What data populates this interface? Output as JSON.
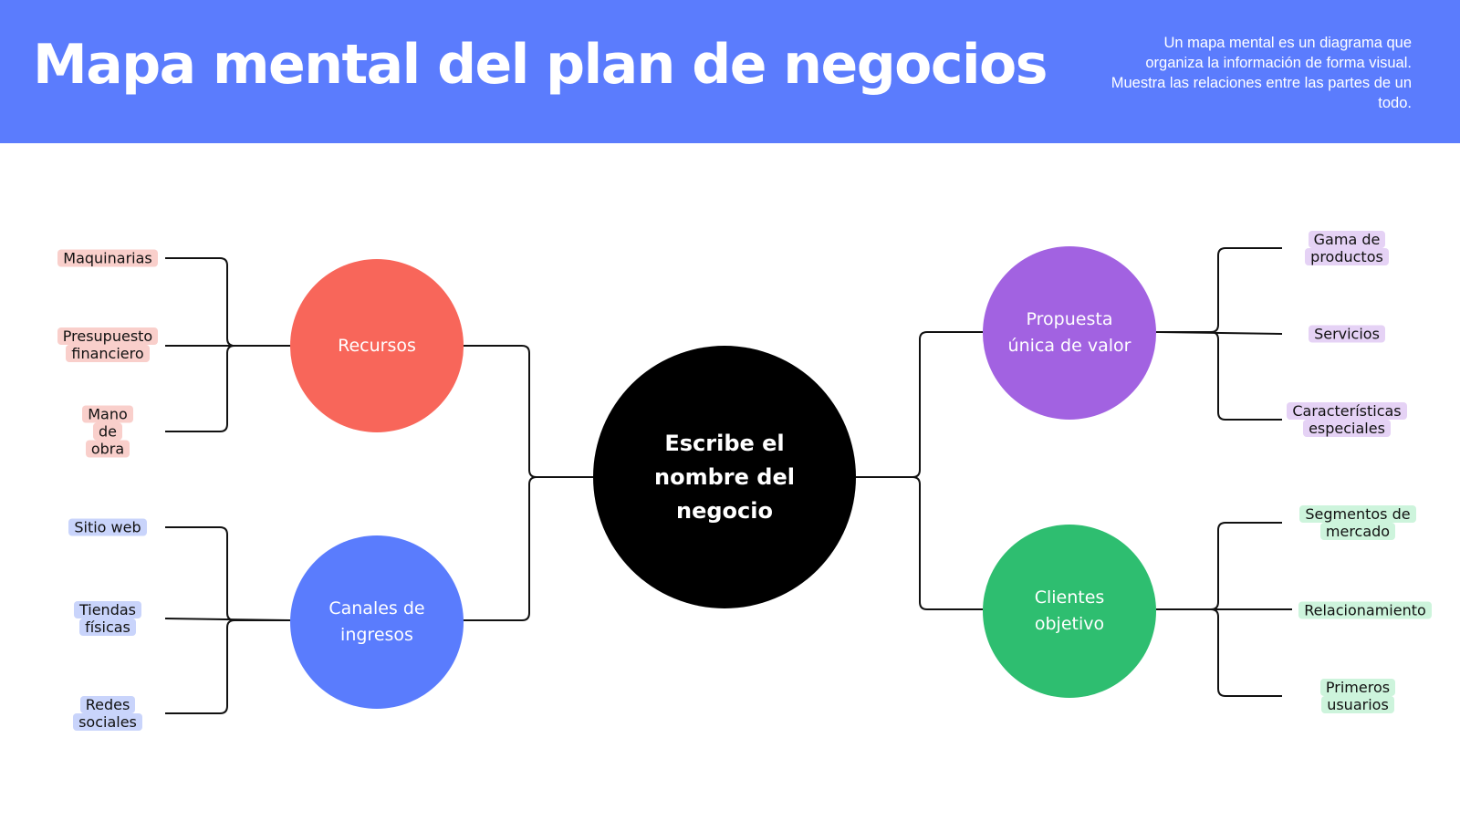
{
  "header": {
    "title": "Mapa mental del plan de negocios",
    "description": "Un mapa mental es un diagrama que organiza la información de forma visual. Muestra las relaciones entre las partes de un todo."
  },
  "diagram": {
    "center": "Escribe el nombre del negocio",
    "branches": [
      {
        "label": "Recursos",
        "color": "#f8665a",
        "leaves": [
          "Maquinarias",
          "Presupuesto financiero",
          "Mano de obra"
        ]
      },
      {
        "label": "Canales de ingresos",
        "color": "#5a7cfd",
        "leaves": [
          "Sitio web",
          "Tiendas físicas",
          "Redes sociales"
        ]
      },
      {
        "label": "Propuesta única de valor",
        "color": "#a262e1",
        "leaves": [
          "Gama de productos",
          "Servicios",
          "Características especiales"
        ]
      },
      {
        "label": "Clientes objetivo",
        "color": "#2ebe70",
        "leaves": [
          "Segmentos de mercado",
          "Relacionamiento",
          "Primeros usuarios"
        ]
      }
    ]
  },
  "colors": {
    "header_background": "#5b7cfd",
    "center_node": "#000000",
    "connector": "#111111"
  }
}
